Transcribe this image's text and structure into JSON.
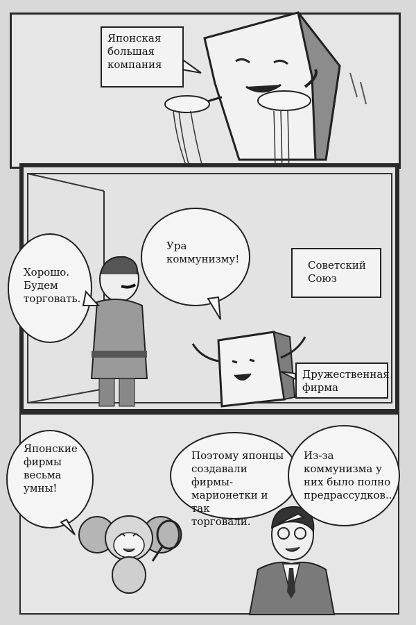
{
  "panel_top": {
    "caption_company": [
      "Японская",
      "большая",
      "компания"
    ]
  },
  "panel_middle": {
    "bubble_ura": [
      "Ура",
      "коммунизму!"
    ],
    "bubble_trade": [
      "Хорошо.",
      "Будем",
      "торговать."
    ],
    "caption_soviet": [
      "Советский",
      "Союз"
    ],
    "caption_friendly_firm": [
      "Дружественная",
      "фирма"
    ]
  },
  "panel_bottom": {
    "bubble_smart": [
      "Японские",
      "фирмы",
      "весьма",
      "умны!"
    ],
    "bubble_puppet": [
      "Поэтому японцы",
      "создавали фирмы-",
      "марионетки и так",
      "торговали."
    ],
    "bubble_prejudice": [
      "Из-за",
      "коммунизма у",
      "них было полно",
      "предрассудков..."
    ]
  }
}
